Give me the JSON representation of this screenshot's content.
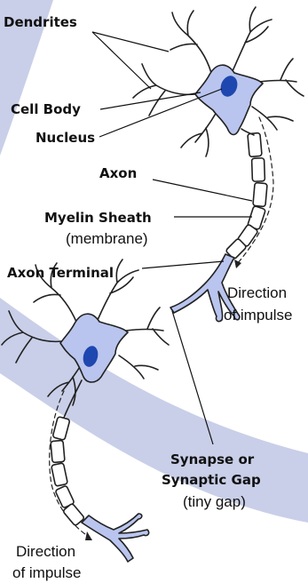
{
  "labels": {
    "dendrites": "Dendrites",
    "cell_body": "Cell Body",
    "nucleus": "Nucleus",
    "axon": "Axon",
    "myelin_sheath": "Myelin Sheath",
    "membrane": "(membrane)",
    "axon_terminal": "Axon Terminal",
    "direction_1_line1": "Direction",
    "direction_1_line2": "of impulse",
    "synapse_line1": "Synapse or",
    "synapse_line2": "Synaptic Gap",
    "tiny_gap": "(tiny gap)",
    "direction_2_line1": "Direction",
    "direction_2_line2": "of impulse"
  },
  "colors": {
    "band": "#c9cfe8",
    "cell_fill": "#b9c5ee",
    "nucleus": "#1f47b0",
    "outline": "#222222"
  }
}
